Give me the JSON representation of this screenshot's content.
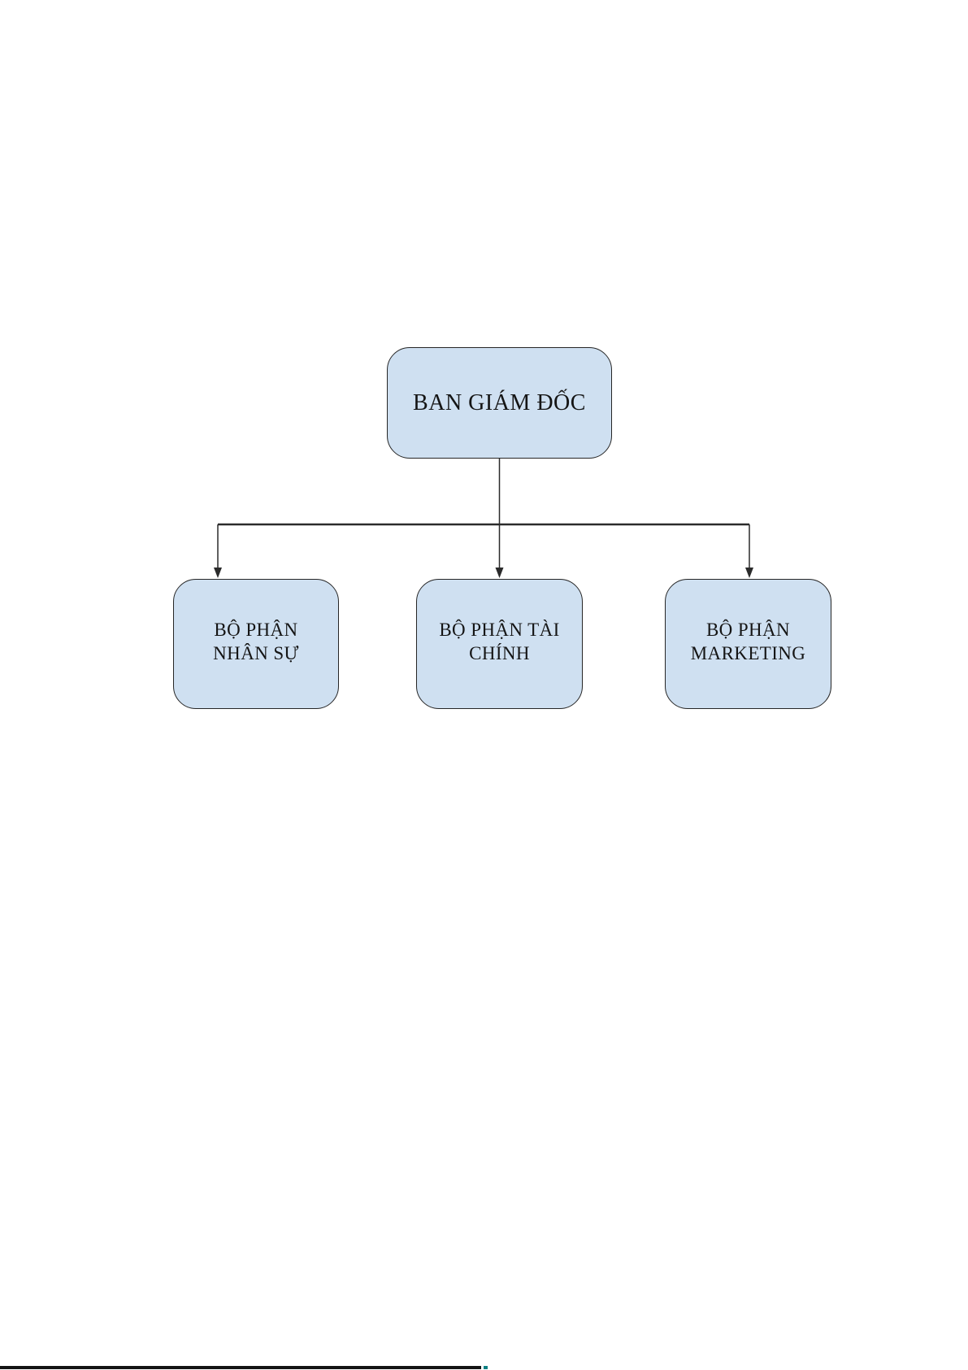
{
  "diagram": {
    "type": "org-chart",
    "root": {
      "id": "ban-giam-doc",
      "label": "BAN GIÁM ĐỐC"
    },
    "children": [
      {
        "id": "bo-phan-nhan-su",
        "label_line1": "BỘ PHẬN",
        "label_line2": "NHÂN SỰ"
      },
      {
        "id": "bo-phan-tai-chinh",
        "label_line1": "BỘ PHẬN TÀI",
        "label_line2": "CHÍNH"
      },
      {
        "id": "bo-phan-marketing",
        "label_line1": "BỘ PHẬN",
        "label_line2": "MARKETING"
      }
    ],
    "colors": {
      "page_bg": "#ffffff",
      "node_fill": "#cfe0f1",
      "node_border": "#262626",
      "node_text": "#151515",
      "connector": "#2b2b2b"
    }
  },
  "footer": {
    "scrollbar_color": "#141414",
    "accent_dot_color": "#0c7f82"
  }
}
